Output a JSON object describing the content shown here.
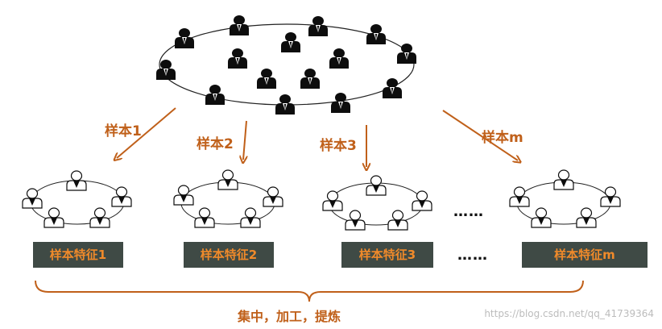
{
  "arrows": [
    {
      "label": "样本1"
    },
    {
      "label": "样本2"
    },
    {
      "label": "样本3"
    },
    {
      "label": "样本m"
    }
  ],
  "features": [
    {
      "label": "样本特征1"
    },
    {
      "label": "样本特征2"
    },
    {
      "label": "样本特征3"
    },
    {
      "label": "样本特征m"
    }
  ],
  "ellipsis_top": "……",
  "ellipsis_bottom": "……",
  "summary": "集中，加工，提炼",
  "watermark": "https://blog.csdn.net/qq_41739364",
  "colors": {
    "arrow": "#c0601a",
    "feature_box": "#3f4a45",
    "feature_text": "#f08a2a",
    "person_dark": "#0d0d0d",
    "person_light": "#ffffff"
  },
  "icons": {
    "population_person": "person-icon",
    "sample_person": "person-outline-icon"
  }
}
